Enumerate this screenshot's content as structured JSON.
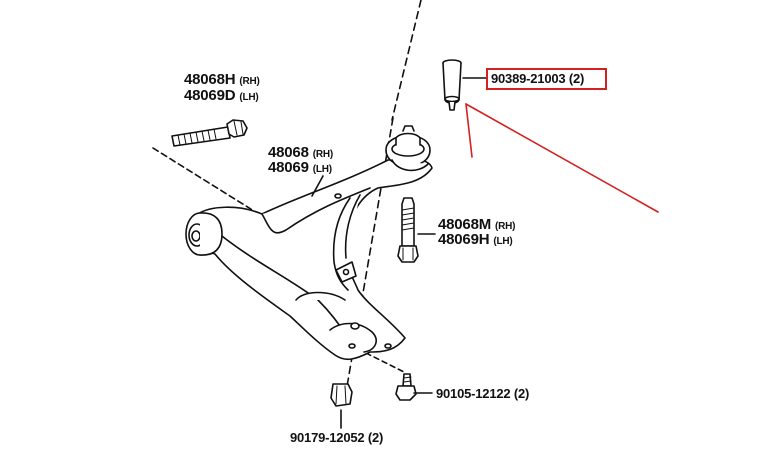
{
  "parts": {
    "bolt_top": {
      "part_rh": "48068H",
      "side_rh": "(RH)",
      "part_lh": "48069D",
      "side_lh": "(LH)"
    },
    "lower_arm": {
      "part_rh": "48068",
      "side_rh": "(RH)",
      "part_lh": "48069",
      "side_lh": "(LH)"
    },
    "stud_right": {
      "part_rh": "48068M",
      "side_rh": "(RH)",
      "part_lh": "48069H",
      "side_lh": "(LH)"
    },
    "highlighted": {
      "label": "90389-21003 (2)"
    },
    "bolt_bottom": {
      "label": "90105-12122 (2)"
    },
    "nut_bottom": {
      "label": "90179-12052 (2)"
    }
  },
  "colors": {
    "line": "#111111",
    "highlight": "#d42020",
    "background": "#ffffff"
  }
}
